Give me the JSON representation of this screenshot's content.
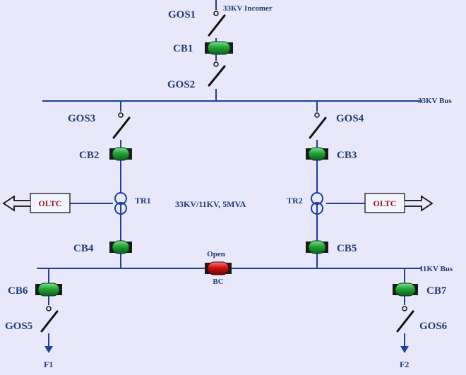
{
  "labels": {
    "incomer": "33KV Incomer",
    "bus_33kv": "33KV Bus",
    "bus_11kv": "11KV Bus",
    "transformer_rating": "33KV/11KV, 5MVA",
    "bc_status": "Open",
    "bc": "BC"
  },
  "isolators": {
    "gos1": "GOS1",
    "gos2": "GOS2",
    "gos3": "GOS3",
    "gos4": "GOS4",
    "gos5": "GOS5",
    "gos6": "GOS6"
  },
  "breakers": {
    "cb1": "CB1",
    "cb2": "CB2",
    "cb3": "CB3",
    "cb4": "CB4",
    "cb5": "CB5",
    "cb6": "CB6",
    "cb7": "CB7"
  },
  "transformers": {
    "tr1": "TR1",
    "tr2": "TR2"
  },
  "oltc": {
    "left": "OLTC",
    "right": "OLTC"
  },
  "feeders": {
    "f1": "F1",
    "f2": "F2"
  },
  "colors": {
    "wire": "#1e3f9c",
    "breaker_closed": "#22a23a",
    "breaker_open": "#d01010",
    "label": "#1f3b73",
    "oltc_text": "#8b1a1a",
    "background": "#e8e8fa"
  }
}
